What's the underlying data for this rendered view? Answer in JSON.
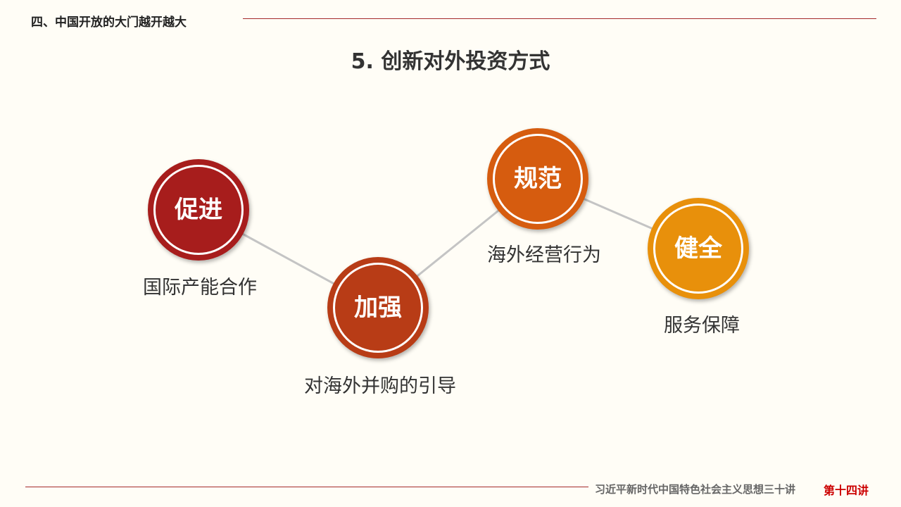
{
  "header": {
    "section": "四、中国开放的大门越开越大"
  },
  "title": "5. 创新对外投资方式",
  "steps": [
    {
      "keyword": "促进",
      "label": "国际产能合作",
      "color": "#a71d1c"
    },
    {
      "keyword": "加强",
      "label": "对海外并购的引导",
      "color": "#b83c16"
    },
    {
      "keyword": "规范",
      "label": "海外经营行为",
      "color": "#d65c0f"
    },
    {
      "keyword": "健全",
      "label": "服务保障",
      "color": "#e8900b"
    }
  ],
  "footer": {
    "series": "习近平新时代中国特色社会主义思想三十讲",
    "lecture": "第十四讲"
  }
}
